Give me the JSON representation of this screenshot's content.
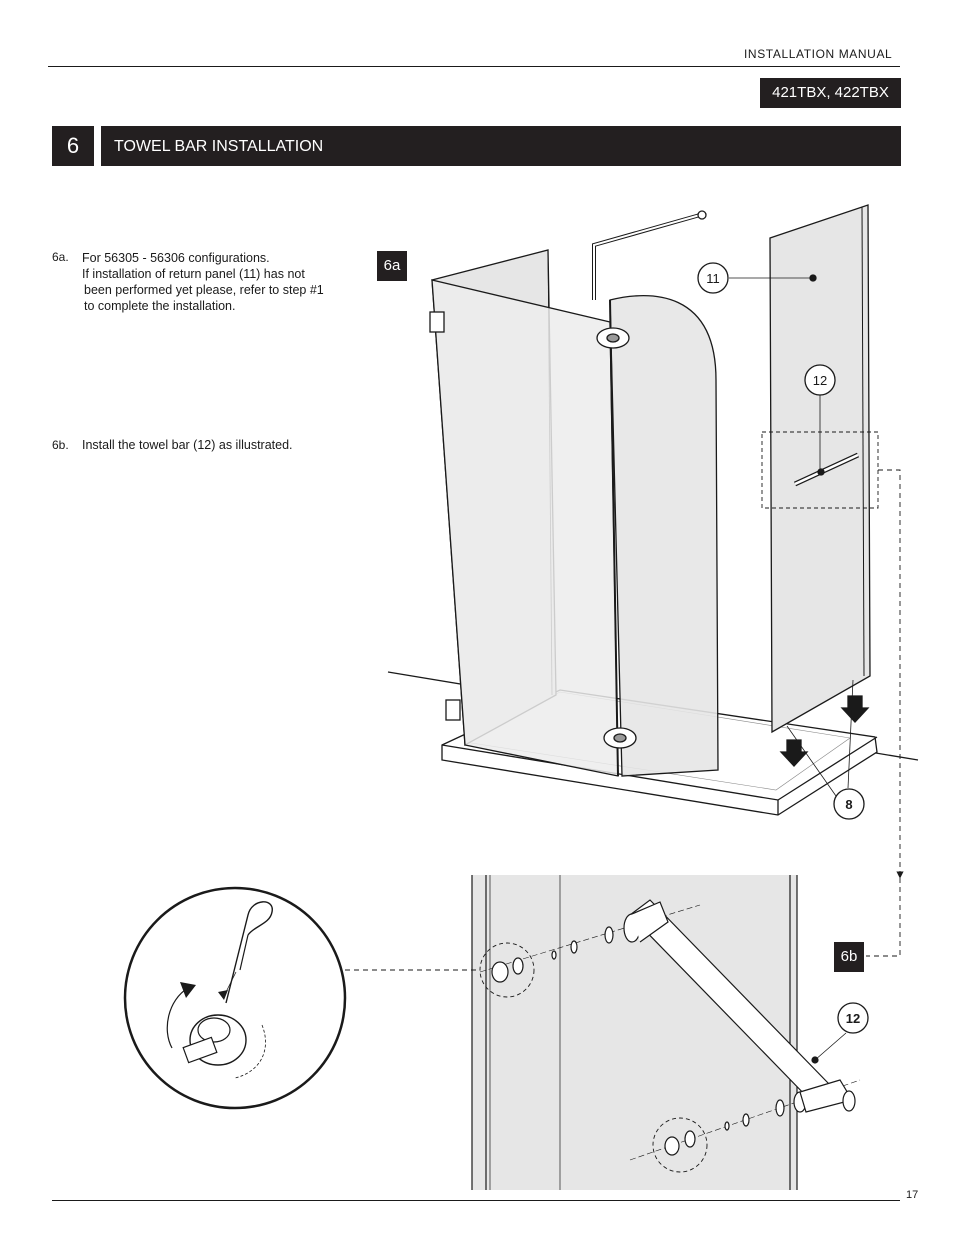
{
  "header": {
    "manual_label": "INSTALLATION  MANUAL",
    "model": "421TBX, 422TBX"
  },
  "step": {
    "number": "6",
    "title": "TOWEL BAR INSTALLATION"
  },
  "instructions": [
    {
      "id": "6a.",
      "lines": [
        "For 56305 - 56306 configurations.",
        "If installation of return panel (11) has not",
        "been performed yet please, refer to step #1",
        "to complete the installation."
      ]
    },
    {
      "id": "6b.",
      "lines": [
        "Install the towel bar (12) as illustrated."
      ]
    }
  ],
  "figures": {
    "fig_a_label": "6a",
    "fig_b_label": "6b",
    "callouts": {
      "return_panel": "11",
      "towel_bar": "12",
      "tray_part": "8",
      "towel_bar_detail": "12"
    }
  },
  "footer": {
    "page_number": "17"
  },
  "colors": {
    "dark_fill": "#231f20",
    "glass_fill": "#e6e6e6",
    "line": "#1a1a1a"
  }
}
